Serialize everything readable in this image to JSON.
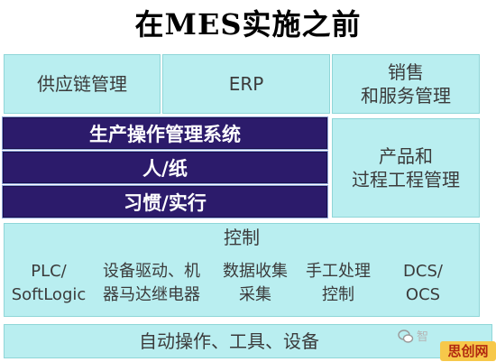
{
  "title": "在MES实施之前",
  "top_row": {
    "supply_chain": "供应链管理",
    "erp": "ERP",
    "sales_line1": "销售",
    "sales_line2": "和服务管理"
  },
  "middle": {
    "production_system": "生产操作管理系统",
    "people_paper": "人/纸",
    "habits": "习惯/实行",
    "process_line1": "产品和",
    "process_line2": "过程工程管理"
  },
  "control": {
    "header": "控制",
    "items": [
      {
        "line1": "PLC/",
        "line2": "SoftLogic"
      },
      {
        "line1": "设备驱动、机",
        "line2": "器马达继电器"
      },
      {
        "line1": "数据收集",
        "line2": "采集"
      },
      {
        "line1": "手工处理",
        "line2": "控制"
      },
      {
        "line1": "DCS/",
        "line2": "OCS"
      }
    ]
  },
  "bottom": {
    "automation": "自动操作、工具、设备"
  },
  "watermark": {
    "icon": "wechat-icon",
    "text": "智",
    "badge": "思创网"
  }
}
